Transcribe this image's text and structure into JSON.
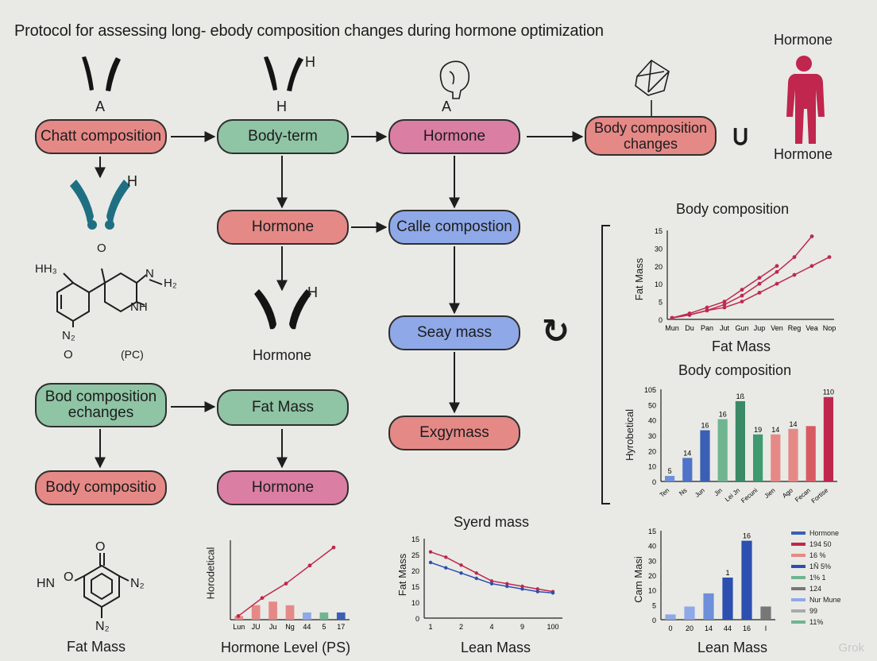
{
  "title": "Protocol for assessing long- ebody composition changes during hormone optimization",
  "nodes": {
    "n1": "Chatt composition",
    "n2": "Body-term",
    "n3": "Hormone",
    "n4": "Body composition changes",
    "n5": "Hormone",
    "n6": "Calle compostion",
    "n7": "Seay mass",
    "n8": "Exgymass",
    "n9": "Bod composition echanges",
    "n10": "Fat Mass",
    "n11": "Body compositio",
    "n12": "Hormone"
  },
  "labels": {
    "a1": "A",
    "h1": "H",
    "h2": "H",
    "a2": "A",
    "h3": "H",
    "h4": "H",
    "hormone_top": "Hormone",
    "hormone_bottom": "Hormone",
    "hormone_mid": "Hormone",
    "equals_sign": "⊃",
    "chem1_h": "HH₃",
    "chem1_o": "O",
    "chem1_n": "N",
    "chem1_h2": "H₂",
    "chem1_nh": "NH",
    "chem1_n2": "N₂",
    "chem1_o2": "O",
    "chem1_pc": "(PC)",
    "chem2_o": "O",
    "chem2_hn": "HN",
    "chem2_o2": "O",
    "chem2_n2": "N₂",
    "chem2_n2b": "N₂",
    "chem2_caption": "Fat Mass",
    "refresh_symbol": "↻",
    "watermark": "Grok"
  },
  "chart_data": [
    {
      "type": "line",
      "title": "Body composition",
      "xlabel": "Fat Mass",
      "ylabel": "Fat Mass",
      "categories": [
        "Mun",
        "Du",
        "Pan",
        "Jut",
        "Gun",
        "Jup",
        "Ven",
        "Reg",
        "Vea",
        "Nop"
      ],
      "yticks": [
        "0",
        "5",
        "10",
        "20",
        "30",
        "15"
      ],
      "series": [
        {
          "values": [
            0.5,
            2,
            4,
            6,
            10,
            14,
            18
          ],
          "color": "#c0274d"
        },
        {
          "values": [
            0.5,
            1.5,
            3,
            5,
            8,
            12,
            16,
            21,
            28
          ],
          "color": "#c0274d"
        },
        {
          "values": [
            0.5,
            1.5,
            3,
            4,
            6,
            9,
            12,
            15,
            18,
            21
          ],
          "color": "#c0274d"
        }
      ]
    },
    {
      "type": "bar",
      "title": "Body composition",
      "xlabel": "",
      "ylabel": "Hyrobetical",
      "categories": [
        "Ten",
        "Ns",
        "Jun",
        "Jin",
        "Lei Jn",
        "Fecuni",
        "Jien",
        "Ago",
        "Fecan",
        "Fortise"
      ],
      "yticks": [
        "0",
        "10",
        "20",
        "30",
        "40",
        "50",
        "105"
      ],
      "values": [
        5,
        14,
        16,
        16,
        18,
        19,
        14,
        14,
        14,
        110
      ],
      "data_labels": [
        "5",
        "14",
        "16",
        "16",
        "1ß",
        "19",
        "14",
        "14",
        "",
        "110"
      ],
      "heights": [
        4,
        17,
        37,
        45,
        58,
        34,
        34,
        38,
        40,
        61
      ],
      "colors": [
        "#6e8fd9",
        "#4e73c8",
        "#3a5fb4",
        "#6fb590",
        "#3a8a68",
        "#3f9a70",
        "#e58987",
        "#e58987",
        "#d85a63",
        "#c0274d"
      ]
    },
    {
      "type": "bar",
      "title": "",
      "xlabel": "Hormone Level (PS)",
      "ylabel": "Horodetical",
      "categories": [
        "Lun",
        "JU",
        "Ju",
        "Ng",
        "44",
        "5",
        "17"
      ],
      "bar_values": [
        1,
        4,
        5,
        4,
        2,
        2,
        2
      ],
      "bar_colors": [
        "#e58987",
        "#e58987",
        "#e58987",
        "#e58987",
        "#8fa8e7",
        "#6fb590",
        "#3a5fb4"
      ],
      "line_values": [
        1,
        6,
        10,
        15,
        20
      ],
      "line_color": "#c0274d"
    },
    {
      "type": "line",
      "title": "Syerd mass",
      "xlabel": "Lean Mass",
      "ylabel": "Fat Mass",
      "categories": [
        "1",
        "2",
        "4",
        "9",
        "100"
      ],
      "yticks": [
        "0",
        "10",
        "15",
        "20",
        "25",
        "15"
      ],
      "series": [
        {
          "values": [
            25,
            23,
            20,
            17,
            14,
            13,
            12,
            11,
            10
          ],
          "color": "#c0274d"
        },
        {
          "values": [
            21,
            19,
            17,
            15,
            13,
            12,
            11,
            10,
            9.5
          ],
          "color": "#2d4fb0"
        }
      ]
    },
    {
      "type": "bar",
      "title": "",
      "xlabel": "Lean Mass",
      "ylabel": "Cam Masi",
      "categories": [
        "0",
        "20",
        "14",
        "44",
        "16",
        "I"
      ],
      "yticks": [
        "0",
        "5",
        "10",
        "20",
        "30",
        "40",
        "15"
      ],
      "values": [
        2,
        5,
        10,
        16,
        30,
        5
      ],
      "data_labels": [
        "",
        "",
        "",
        "1",
        "16",
        ""
      ],
      "colors": [
        "#8fa8e7",
        "#8fa8e7",
        "#6e8fd9",
        "#2d4fb0",
        "#2d4fb0",
        "#777777"
      ],
      "legend": [
        {
          "label": "Hormone",
          "color": "#3a5fb4"
        },
        {
          "label": "194 50",
          "color": "#c0274d"
        },
        {
          "label": "16 %",
          "color": "#e58987"
        },
        {
          "label": "1Ñ 5%",
          "color": "#2d4fb0"
        },
        {
          "label": "1% 1",
          "color": "#6fb590"
        },
        {
          "label": "124",
          "color": "#777777"
        },
        {
          "label": "Nur Mune",
          "color": "#8fa8e7"
        },
        {
          "label": "99",
          "color": "#aaaaaa"
        },
        {
          "label": "11%",
          "color": "#6fb590"
        }
      ]
    }
  ]
}
